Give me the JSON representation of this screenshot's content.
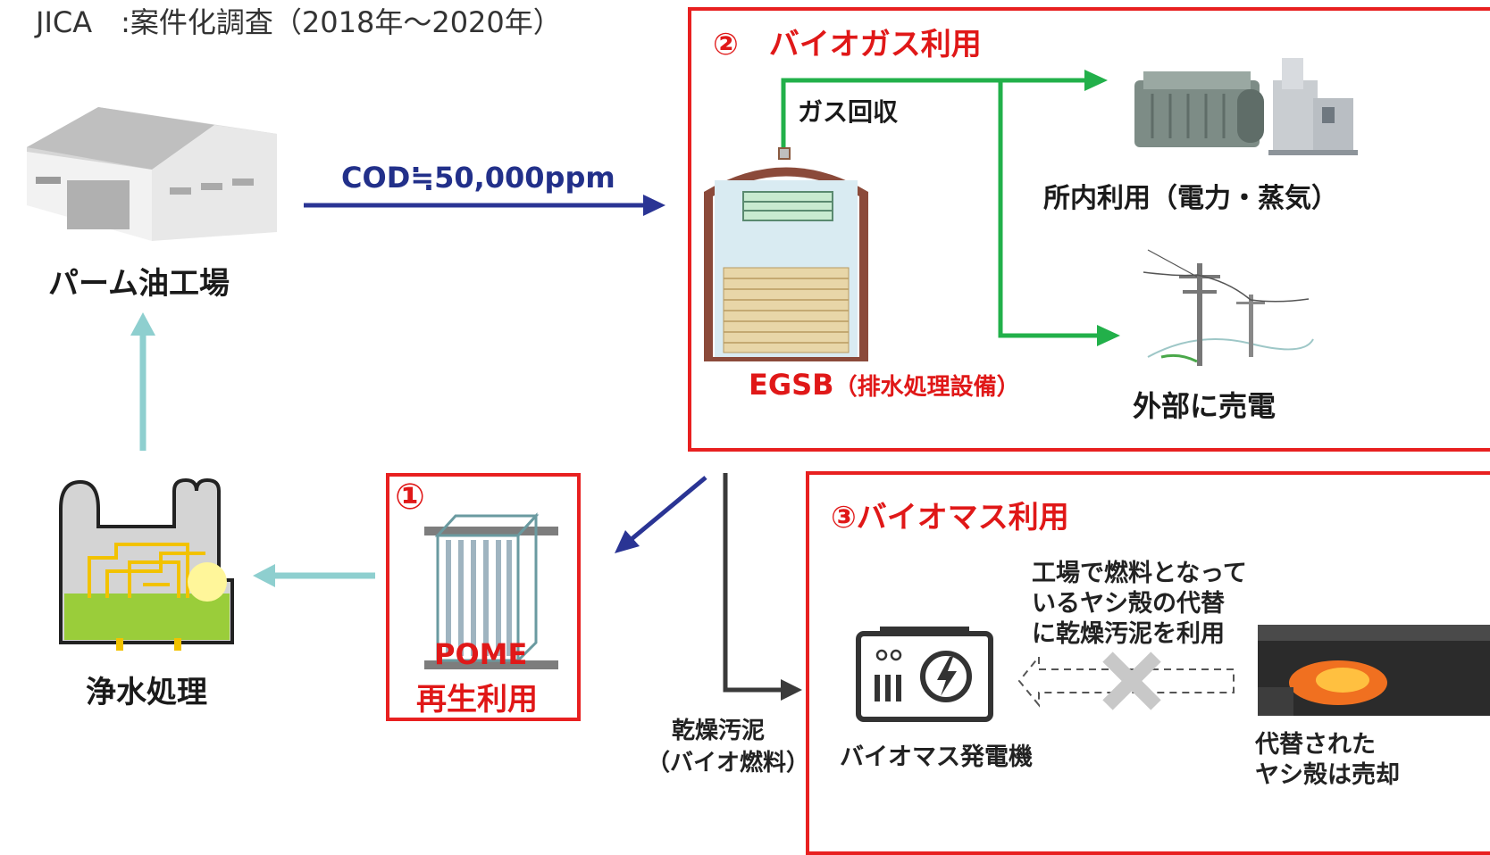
{
  "header": {
    "source_text": "JICA　:案件化調査（2018年～2020年）"
  },
  "factory": {
    "label": "パーム油工場"
  },
  "flow": {
    "cod_label": "COD≒50,000ppm"
  },
  "biogas": {
    "title": "②　バイオガス利用",
    "gas_recovery": "ガス回収",
    "egsb_name": "EGSB",
    "egsb_note": "（排水処理設備）",
    "onsite_use": "所内利用（電力・蒸気）",
    "external_sale": "外部に売電"
  },
  "water_treatment": {
    "label": "浄水処理"
  },
  "pome": {
    "number": "①",
    "pome_label": "POME",
    "reuse_label": "再生利用"
  },
  "sludge": {
    "line1": "乾燥汚泥",
    "line2": "（バイオ燃料）"
  },
  "biomass": {
    "title": "③バイオマス利用",
    "desc_line1": "工場で燃料となって",
    "desc_line2": "いるヤシ殻の代替",
    "desc_line3": "に乾燥汚泥を利用",
    "generator_label": "バイオマス発電機",
    "replaced_line1": "代替された",
    "replaced_line2": "ヤシ殻は売却"
  },
  "colors": {
    "red_frame": "#e82020",
    "green_pipe": "#22b04a",
    "navy_arrow": "#2a3494",
    "cyan_arrow": "#8ecfcf",
    "dark_arrow": "#3a3a3a"
  }
}
